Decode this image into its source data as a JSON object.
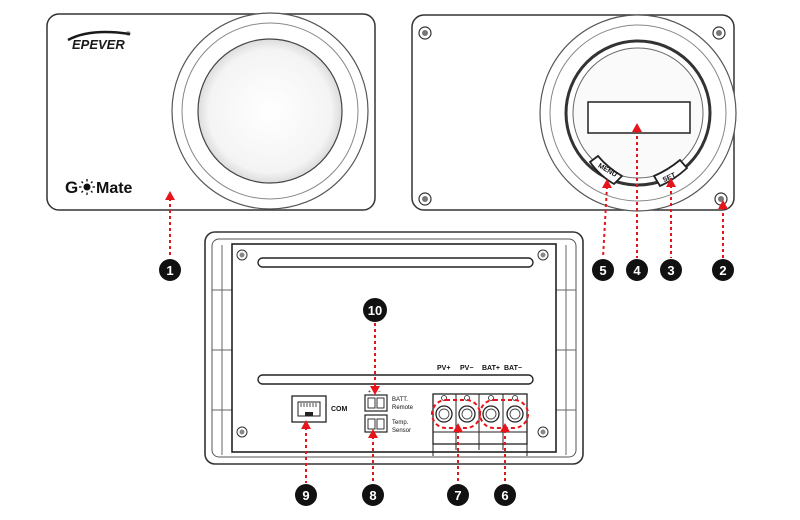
{
  "front_view": {
    "brand": "EPEVER",
    "registered_mark": "®",
    "product_name_left": "G",
    "product_name_right": "Mate"
  },
  "back_view": {
    "menu_button_label": "MENU",
    "set_button_label": "SET"
  },
  "bottom_view": {
    "com_label": "COM",
    "batt_remote_line1": "BATT.",
    "batt_remote_line2": "Remote",
    "temp_sensor_line1": "Temp.",
    "temp_sensor_line2": "Sensor",
    "pv_plus": "PV+",
    "pv_minus": "PV−",
    "bat_plus": "BAT+",
    "bat_minus": "BAT−"
  },
  "callouts": [
    "1",
    "2",
    "3",
    "4",
    "5",
    "6",
    "7",
    "8",
    "9",
    "10"
  ],
  "colors": {
    "callout_fill": "#111111",
    "leader_line": "#e8141b",
    "outline": "#222222"
  }
}
